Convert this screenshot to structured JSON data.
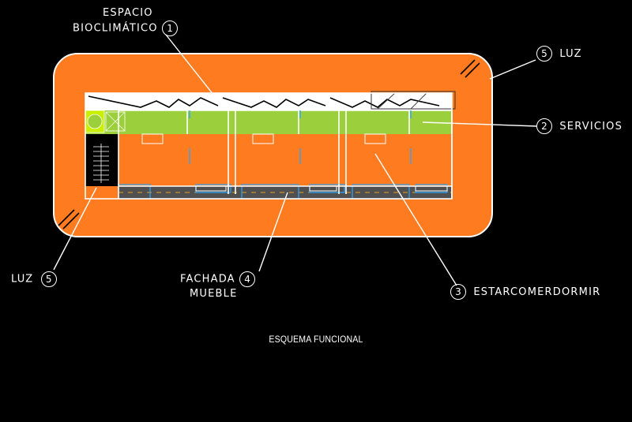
{
  "labels": {
    "espacio_line1": "ESPACIO",
    "espacio_line2": "BIOCLIMÁTICO",
    "espacio_num": "1",
    "servicios_text": "SERVICIOS",
    "servicios_num": "2",
    "estar_text": "ESTARCOMERDORMIR",
    "estar_num": "3",
    "fachada_line1": "FACHADA",
    "fachada_line2": "MUEBLE",
    "fachada_num": "4",
    "luz_right_text": "LUZ",
    "luz_right_num": "5",
    "luz_left_text": "LUZ",
    "luz_left_num": "5"
  },
  "caption": "ESQUEMA FUNCIONAL",
  "colors": {
    "background": "#000000",
    "light_zone": "#ff7b1f",
    "services": "#9ccf3c",
    "services_accent": "#c8f000",
    "living": "#ff7b1f",
    "facade": "#505050",
    "facade_accent": "#2aa6ff",
    "outline": "#ffffff",
    "dim_line": "#e8a020"
  }
}
